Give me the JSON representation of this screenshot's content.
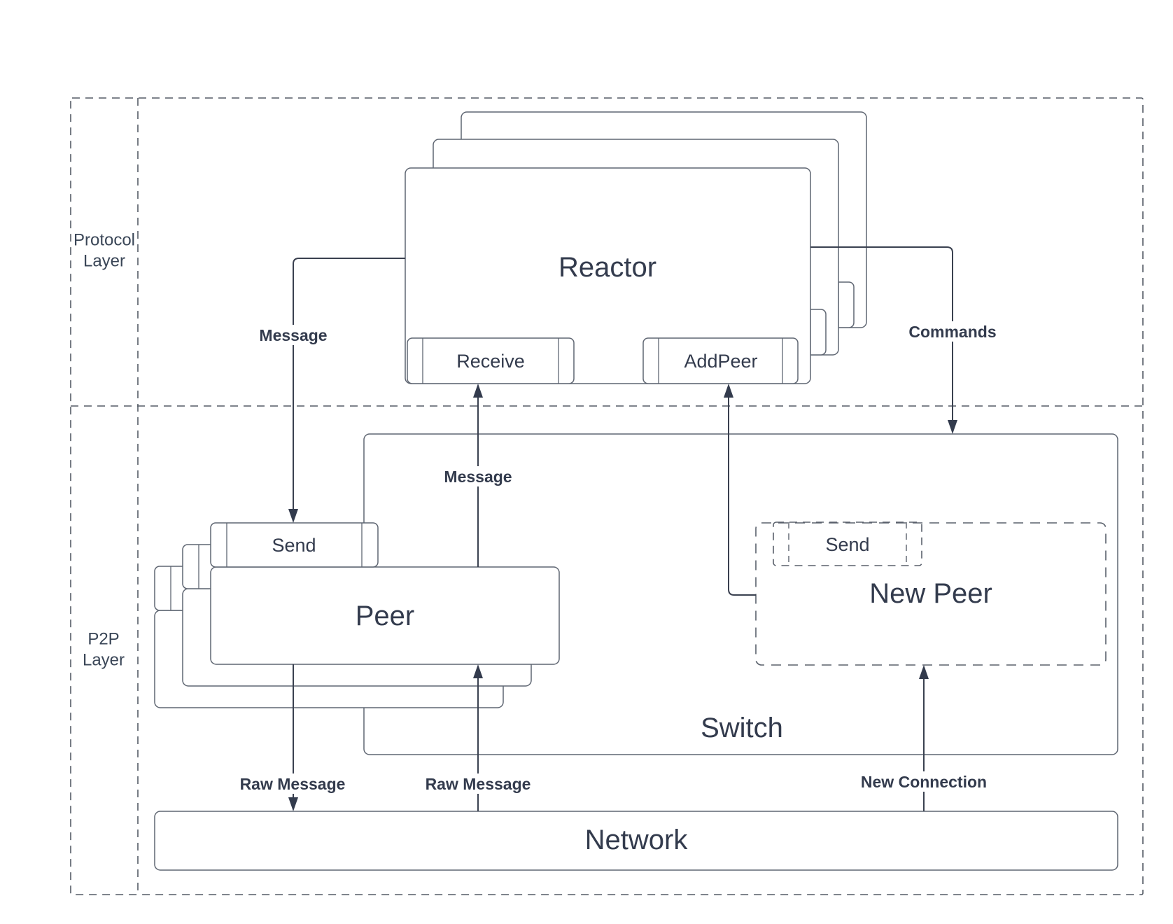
{
  "diagram": {
    "layers": [
      {
        "name": "protocol-layer",
        "label_lines": [
          "Protocol",
          "Layer"
        ]
      },
      {
        "name": "p2p-layer",
        "label_lines": [
          "P2P",
          "Layer"
        ]
      }
    ],
    "nodes": {
      "reactor": {
        "label": "Reactor",
        "stacked": 3,
        "ports": {
          "receive": "Receive",
          "add_peer": "AddPeer"
        }
      },
      "peer": {
        "label": "Peer",
        "stacked": 3,
        "ports": {
          "send": "Send"
        }
      },
      "new_peer": {
        "label": "New Peer",
        "style": "dashed",
        "ports": {
          "send": "Send"
        }
      },
      "switch": {
        "label": "Switch"
      },
      "network": {
        "label": "Network"
      }
    },
    "edges": {
      "message_to_peer": {
        "label": "Message",
        "from": "reactor",
        "to": "peer.send"
      },
      "message_to_reactor": {
        "label": "Message",
        "from": "peer",
        "to": "reactor.receive"
      },
      "commands": {
        "label": "Commands",
        "from": "reactor",
        "to": "switch"
      },
      "add_peer_link": {
        "label": "",
        "from": "new_peer",
        "to": "reactor.add_peer"
      },
      "raw_message_down": {
        "label": "Raw Message",
        "from": "peer",
        "to": "network"
      },
      "raw_message_up": {
        "label": "Raw Message",
        "from": "network",
        "to": "peer"
      },
      "new_connection": {
        "label": "New Connection",
        "from": "network",
        "to": "new_peer"
      }
    },
    "colors": {
      "background": "#ffffff",
      "box_stroke": "#5f6672",
      "dashed_stroke": "#555c66",
      "arrow": "#3a4150",
      "text": "#333b4d"
    }
  }
}
